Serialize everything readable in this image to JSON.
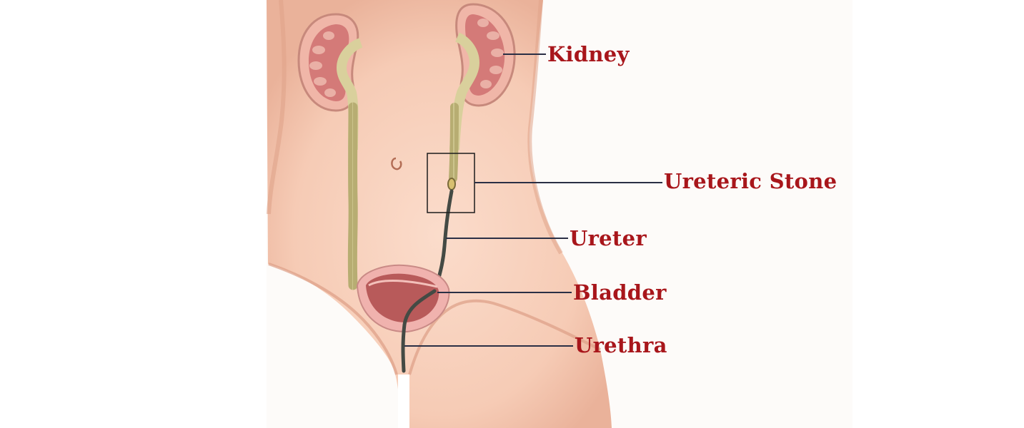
{
  "colors": {
    "label_text": "#a8161b",
    "leader_line": "#2a2f45",
    "skin": "#f6cdb8",
    "skin_shadow": "#e7a78f",
    "kidney_cortex": "#e8a6a0",
    "kidney_pyramid": "#d47a78",
    "ureter": "#c9c08a",
    "bladder_inner": "#b85a5a",
    "bladder_wall": "#f0b2ae"
  },
  "labels": {
    "kidney": "Kidney",
    "ureteric_stone": "Ureteric Stone",
    "ureter": "Ureter",
    "bladder": "Bladder",
    "urethra": "Urethra"
  }
}
